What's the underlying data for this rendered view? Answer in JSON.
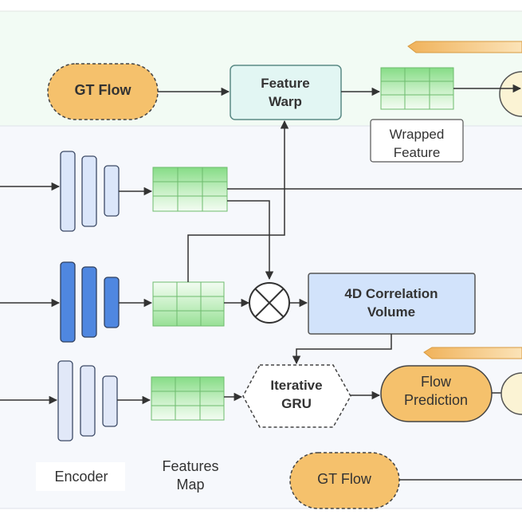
{
  "gt_flow_top": "GT Flow",
  "feature_warp": [
    "Feature",
    "Warp"
  ],
  "wrapped_feature": [
    "Wrapped",
    "Feature"
  ],
  "correlation_volume": [
    "4D Correlation",
    "Volume"
  ],
  "iterative_gru": [
    "Iterative",
    "GRU"
  ],
  "flow_prediction": [
    "Flow",
    "Prediction"
  ],
  "gt_flow_bottom": "GT Flow",
  "encoder_label": "Encoder",
  "features_map_label": [
    "Features",
    "Map"
  ],
  "colors": {
    "orange": "#f5c16c",
    "teal_fill": "#e2f6f3",
    "teal_stroke": "#5a8a85",
    "blue_fill": "#d2e3fb",
    "enc_light": "#dbe6fa",
    "enc_dark": "#4f87e0",
    "grid_green": "#9ee29a",
    "band_top": "#f3fbf5",
    "band_bottom": "#f7f9fd"
  }
}
